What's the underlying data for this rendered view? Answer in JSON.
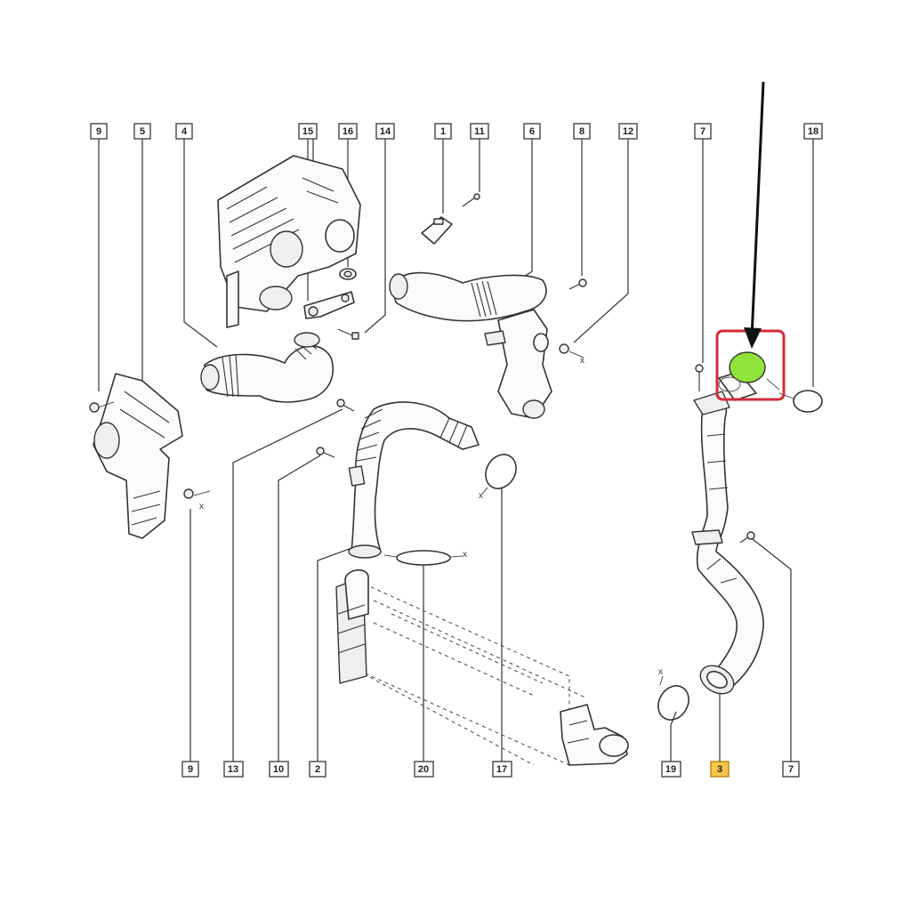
{
  "callouts_top": [
    "9",
    "5",
    "4",
    "15",
    "16",
    "14",
    "1",
    "11",
    "6",
    "8",
    "12",
    "7",
    "18"
  ],
  "callouts_bottom": [
    "9",
    "13",
    "10",
    "2",
    "20",
    "17",
    "19",
    "3",
    "7"
  ],
  "highlighted_callout": "3",
  "cross_mark": "x",
  "colors": {
    "highlight_box": "#d42a3a",
    "highlight_part": "#8fe33a",
    "arrow": "#111111",
    "callout_highlight_fill": "#f6c64a"
  },
  "icons": [
    "pointer-arrow-icon",
    "highlight-frame-icon"
  ]
}
